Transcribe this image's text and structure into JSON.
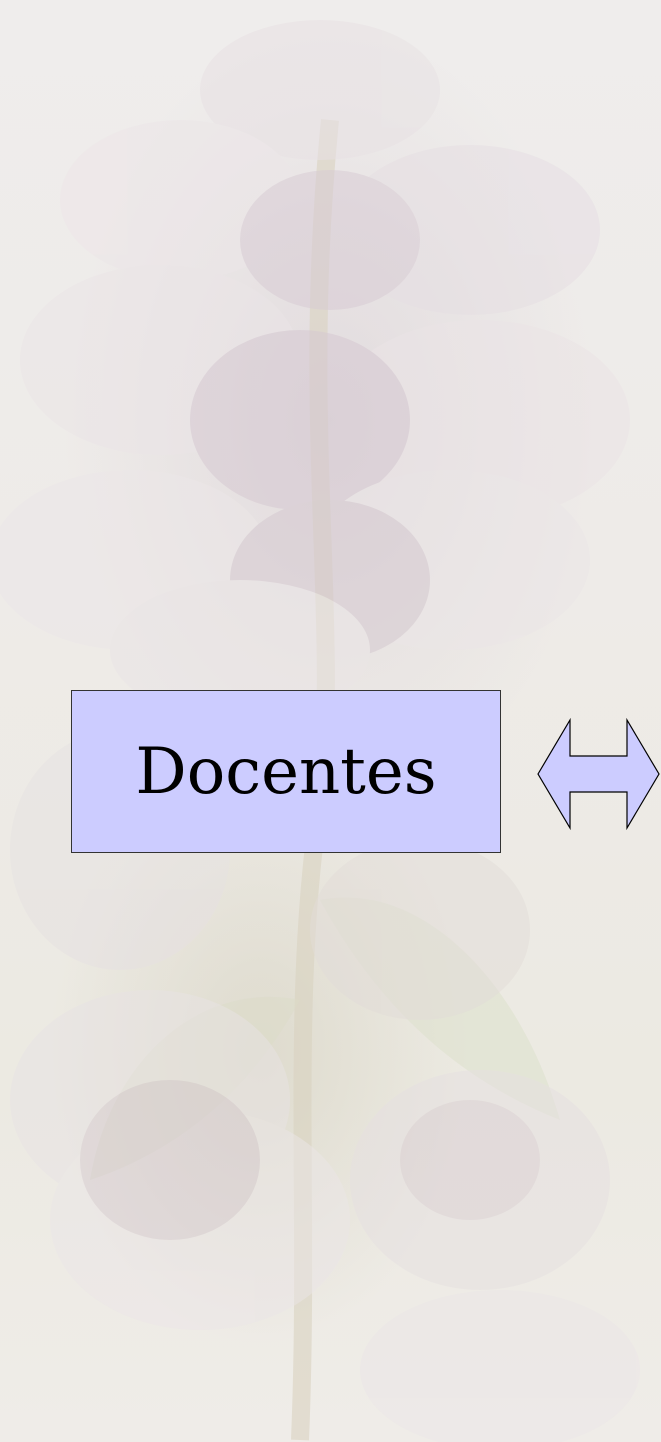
{
  "diagram": {
    "node": {
      "label": "Docentes",
      "fill_color": "#ccccff",
      "border_color": "#333333"
    },
    "connector": {
      "type": "double-headed-arrow",
      "fill_color": "#ccccff"
    }
  },
  "background": {
    "type": "faded-flower-photo",
    "base_color": "#f1eeea"
  }
}
